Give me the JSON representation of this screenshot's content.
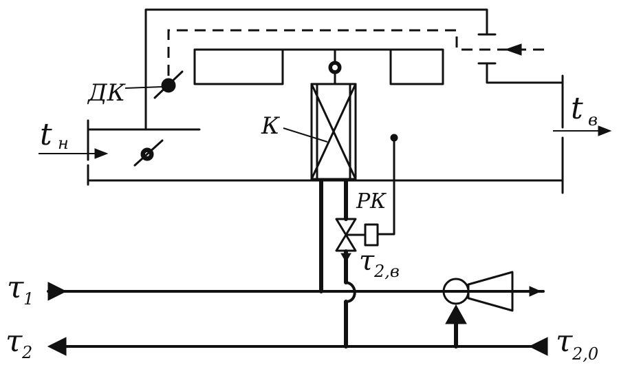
{
  "diagram": {
    "labels": {
      "t_n_main": "t",
      "t_n_sub": "н",
      "t_v_main": "t",
      "t_v_sub": "в",
      "dk": "ДК",
      "k": "К",
      "rk": "РК",
      "tau1_main": "τ",
      "tau1_sub": "1",
      "tau2_main": "τ",
      "tau2_sub": "2",
      "tau2v_main": "τ",
      "tau2v_sub": "2,в",
      "tau20_main": "τ",
      "tau20_sub": "2,0"
    }
  }
}
